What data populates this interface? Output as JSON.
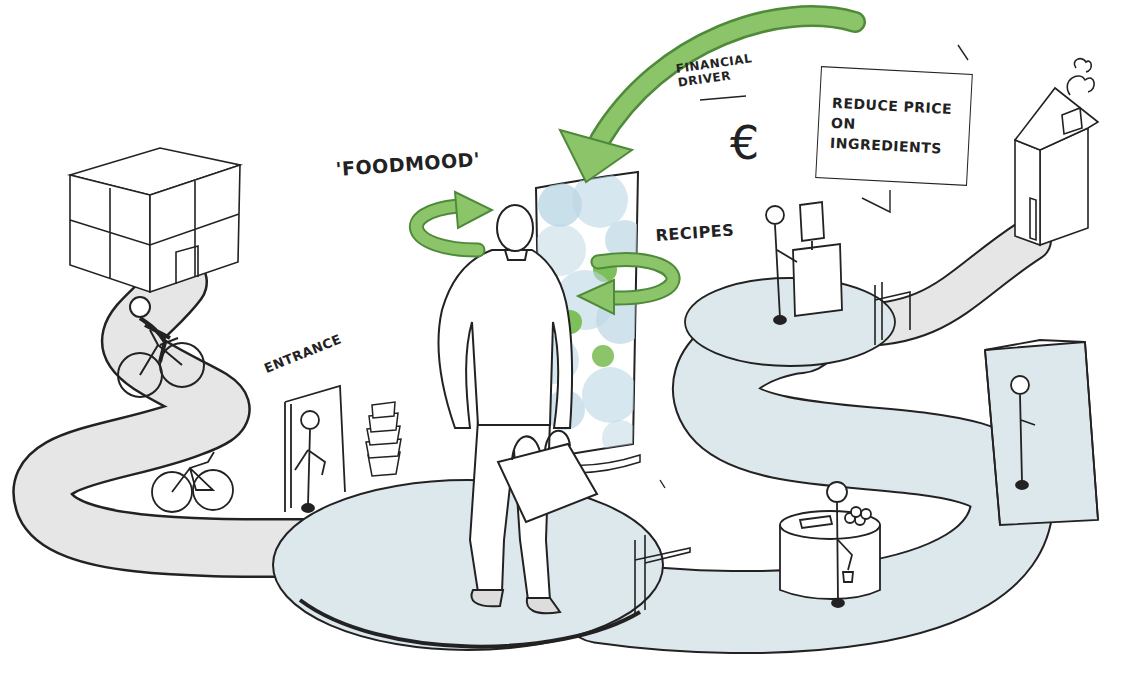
{
  "diagram": {
    "nodes": [
      {
        "text": [
          "REDUCE PRICE ON INGREDIENTS"
        ]
      }
    ],
    "labels": [
      "'FOODMOOD'",
      "RECIPES",
      "FINANCIAL DRIVER",
      "€",
      "ENTRANCE"
    ]
  }
}
